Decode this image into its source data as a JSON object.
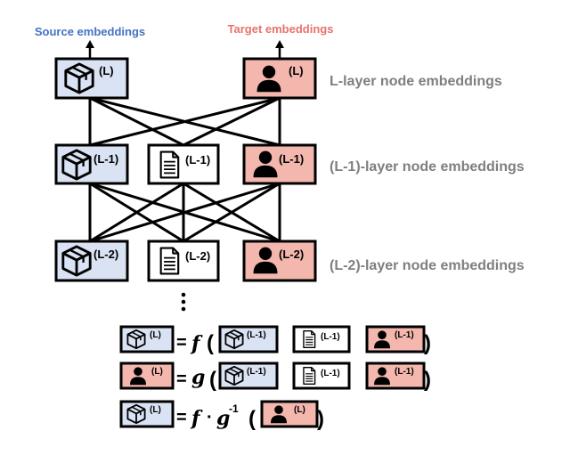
{
  "colors": {
    "source": "#dae3f3",
    "target": "#f4b7ae",
    "neutral": "#ffffff",
    "source_label": "#4472c4",
    "target_label": "#e8736b",
    "layer_label": "#7f7f7f"
  },
  "headers": {
    "source": "Source embeddings",
    "target": "Target embeddings"
  },
  "layers": {
    "l": {
      "label": "L-layer node embeddings",
      "sup": "(L)"
    },
    "l1": {
      "label": "(L-1)-layer node embeddings",
      "sup": "(L-1)"
    },
    "l2": {
      "label": "(L-2)-layer node embeddings",
      "sup": "(L-2)"
    }
  },
  "icons": {
    "source": "package-icon",
    "neutral": "document-icon",
    "target": "person-icon"
  },
  "equations": {
    "eq1": {
      "equals": "=",
      "func": "f",
      "open": "(",
      "close": ")"
    },
    "eq2": {
      "equals": "=",
      "func": "g",
      "open": "(",
      "close": ")"
    },
    "eq3": {
      "equals": "=",
      "func": "f",
      "dot": "·",
      "func2": "g",
      "exp": "-1",
      "open": "(",
      "close": ")"
    },
    "sup_l": "(L)",
    "sup_l1": "(L-1)"
  },
  "ellipsis": "⋮"
}
